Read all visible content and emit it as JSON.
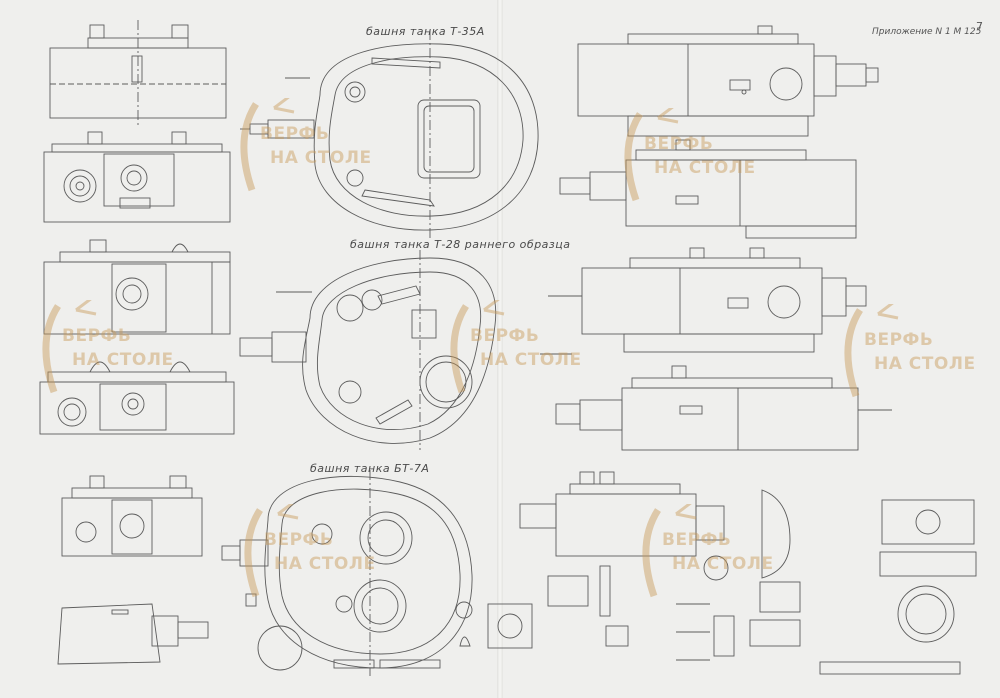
{
  "sheet": {
    "page_number": "7",
    "appendix_ref": "Приложение N 1 M 125"
  },
  "captions": {
    "t35": "башня танка Т-35А",
    "t28": "башня танка Т-28 раннего образца",
    "bt7": "башня танка БТ-7А"
  },
  "watermark": {
    "line1": "ВЕРФЬ",
    "line2": "НА СТОЛЕ",
    "color": "#c99a58"
  },
  "colors": {
    "paper": "#efefed",
    "ink": "#5a5a5a"
  }
}
